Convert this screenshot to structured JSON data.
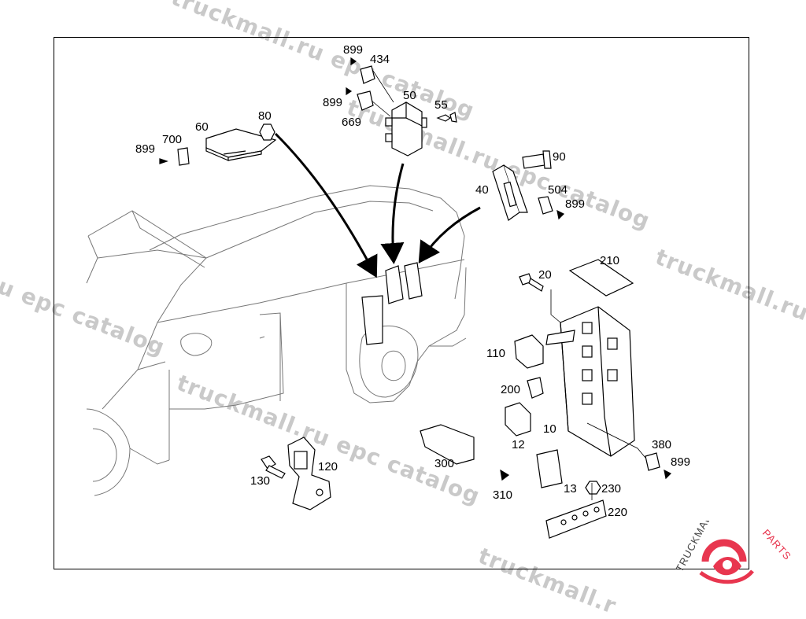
{
  "callouts": {
    "c899a": "899",
    "c434": "434",
    "c899b": "899",
    "c669": "669",
    "c50": "50",
    "c55": "55",
    "c80": "80",
    "c60": "60",
    "c700": "700",
    "c899c": "899",
    "c90": "90",
    "c40": "40",
    "c504": "504",
    "c899d": "899",
    "c210": "210",
    "c20": "20",
    "c110": "110",
    "c200": "200",
    "c10": "10",
    "c12": "12",
    "c300": "300",
    "c310": "310",
    "c13": "13",
    "c230": "230",
    "c220": "220",
    "c380": "380",
    "c899e": "899",
    "c120": "120",
    "c130": "130"
  },
  "watermarks": {
    "w1": "truckmall.ru epc catalog",
    "w2": "truckmall.ru epc catalog",
    "w3": "ll.ru epc catalog",
    "w4": "truckmall.ru epc catalog",
    "w5": "truckmall.ru e",
    "w6": "truckmall.r"
  },
  "logo": {
    "text": "TRUCKMALLPARTS",
    "text_left": "TRUCKMALL",
    "text_right": "PARTS",
    "accent_color": "#e8364f"
  }
}
